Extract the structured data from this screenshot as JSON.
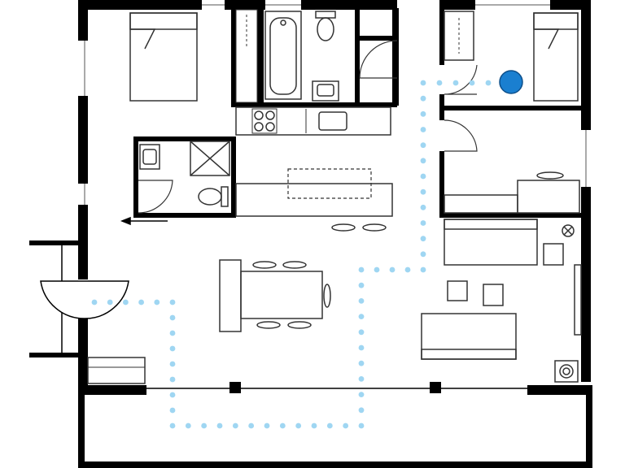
{
  "floor_plan": {
    "rooms": [
      "bedroom-master",
      "bathroom",
      "kitchen",
      "half-bath",
      "bedroom-2",
      "study",
      "living-room",
      "dining",
      "balcony"
    ],
    "palette": {
      "wall": "#000000",
      "fixture": "#333333",
      "path_dot": "#9fd6f2",
      "marker": "#1a7fd0",
      "marker_stroke": "#0d4f8a",
      "background": "#ffffff"
    },
    "route": {
      "description_visible": false,
      "style": "dotted"
    },
    "marker": {
      "icon": "location-dot-icon"
    },
    "arrow": {
      "icon": "arrow-left-icon"
    }
  }
}
